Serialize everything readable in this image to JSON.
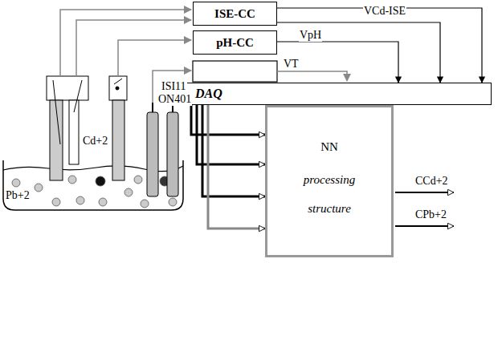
{
  "diagram": {
    "nodes": [
      {
        "text": [
          "ISE-CC"
        ]
      },
      {
        "text": [
          "pH-CC"
        ]
      },
      {
        "text": [
          "DAQ"
        ]
      },
      {
        "text": [
          "NN",
          "processing structure"
        ]
      }
    ],
    "edges": [
      {
        "from": 0,
        "to": 2,
        "arrow": "to"
      },
      {
        "from": 0,
        "to": 2,
        "label": "VCd-ISE",
        "arrow": "to"
      },
      {
        "from": 1,
        "to": 2,
        "label": "VpH",
        "arrow": "to"
      },
      {
        "from": 2,
        "to": 3,
        "arrow": "to"
      },
      {
        "from": 2,
        "to": 3,
        "arrow": "to"
      },
      {
        "from": 2,
        "to": 3,
        "arrow": "to"
      },
      {
        "from": 2,
        "to": 3,
        "arrow": "to"
      }
    ],
    "labels": [
      "VT",
      "ISI11",
      "ON401",
      "Cd+2",
      "Pb+2",
      "CCd+2",
      "CPb+2"
    ]
  }
}
